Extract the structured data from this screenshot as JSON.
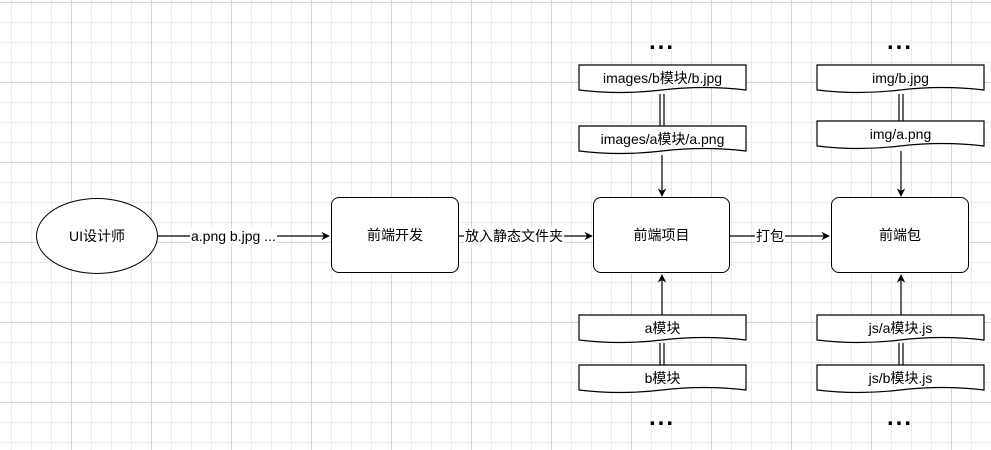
{
  "nodes": {
    "ui_designer": "UI设计师",
    "frontend_dev": "前端开发",
    "frontend_project": "前端项目",
    "frontend_package": "前端包"
  },
  "edges": {
    "designer_to_dev": "a.png b.jpg ...",
    "dev_to_project": "放入静态文件夹",
    "project_to_package": "打包"
  },
  "project_top": [
    "images/b模块/b.jpg",
    "images/a模块/a.png"
  ],
  "project_bottom": [
    "a模块",
    "b模块"
  ],
  "package_top": [
    "img/b.jpg",
    "img/a.png"
  ],
  "package_bottom": [
    "js/a模块.js",
    "js/b模块.js"
  ],
  "ellipsis": "..."
}
